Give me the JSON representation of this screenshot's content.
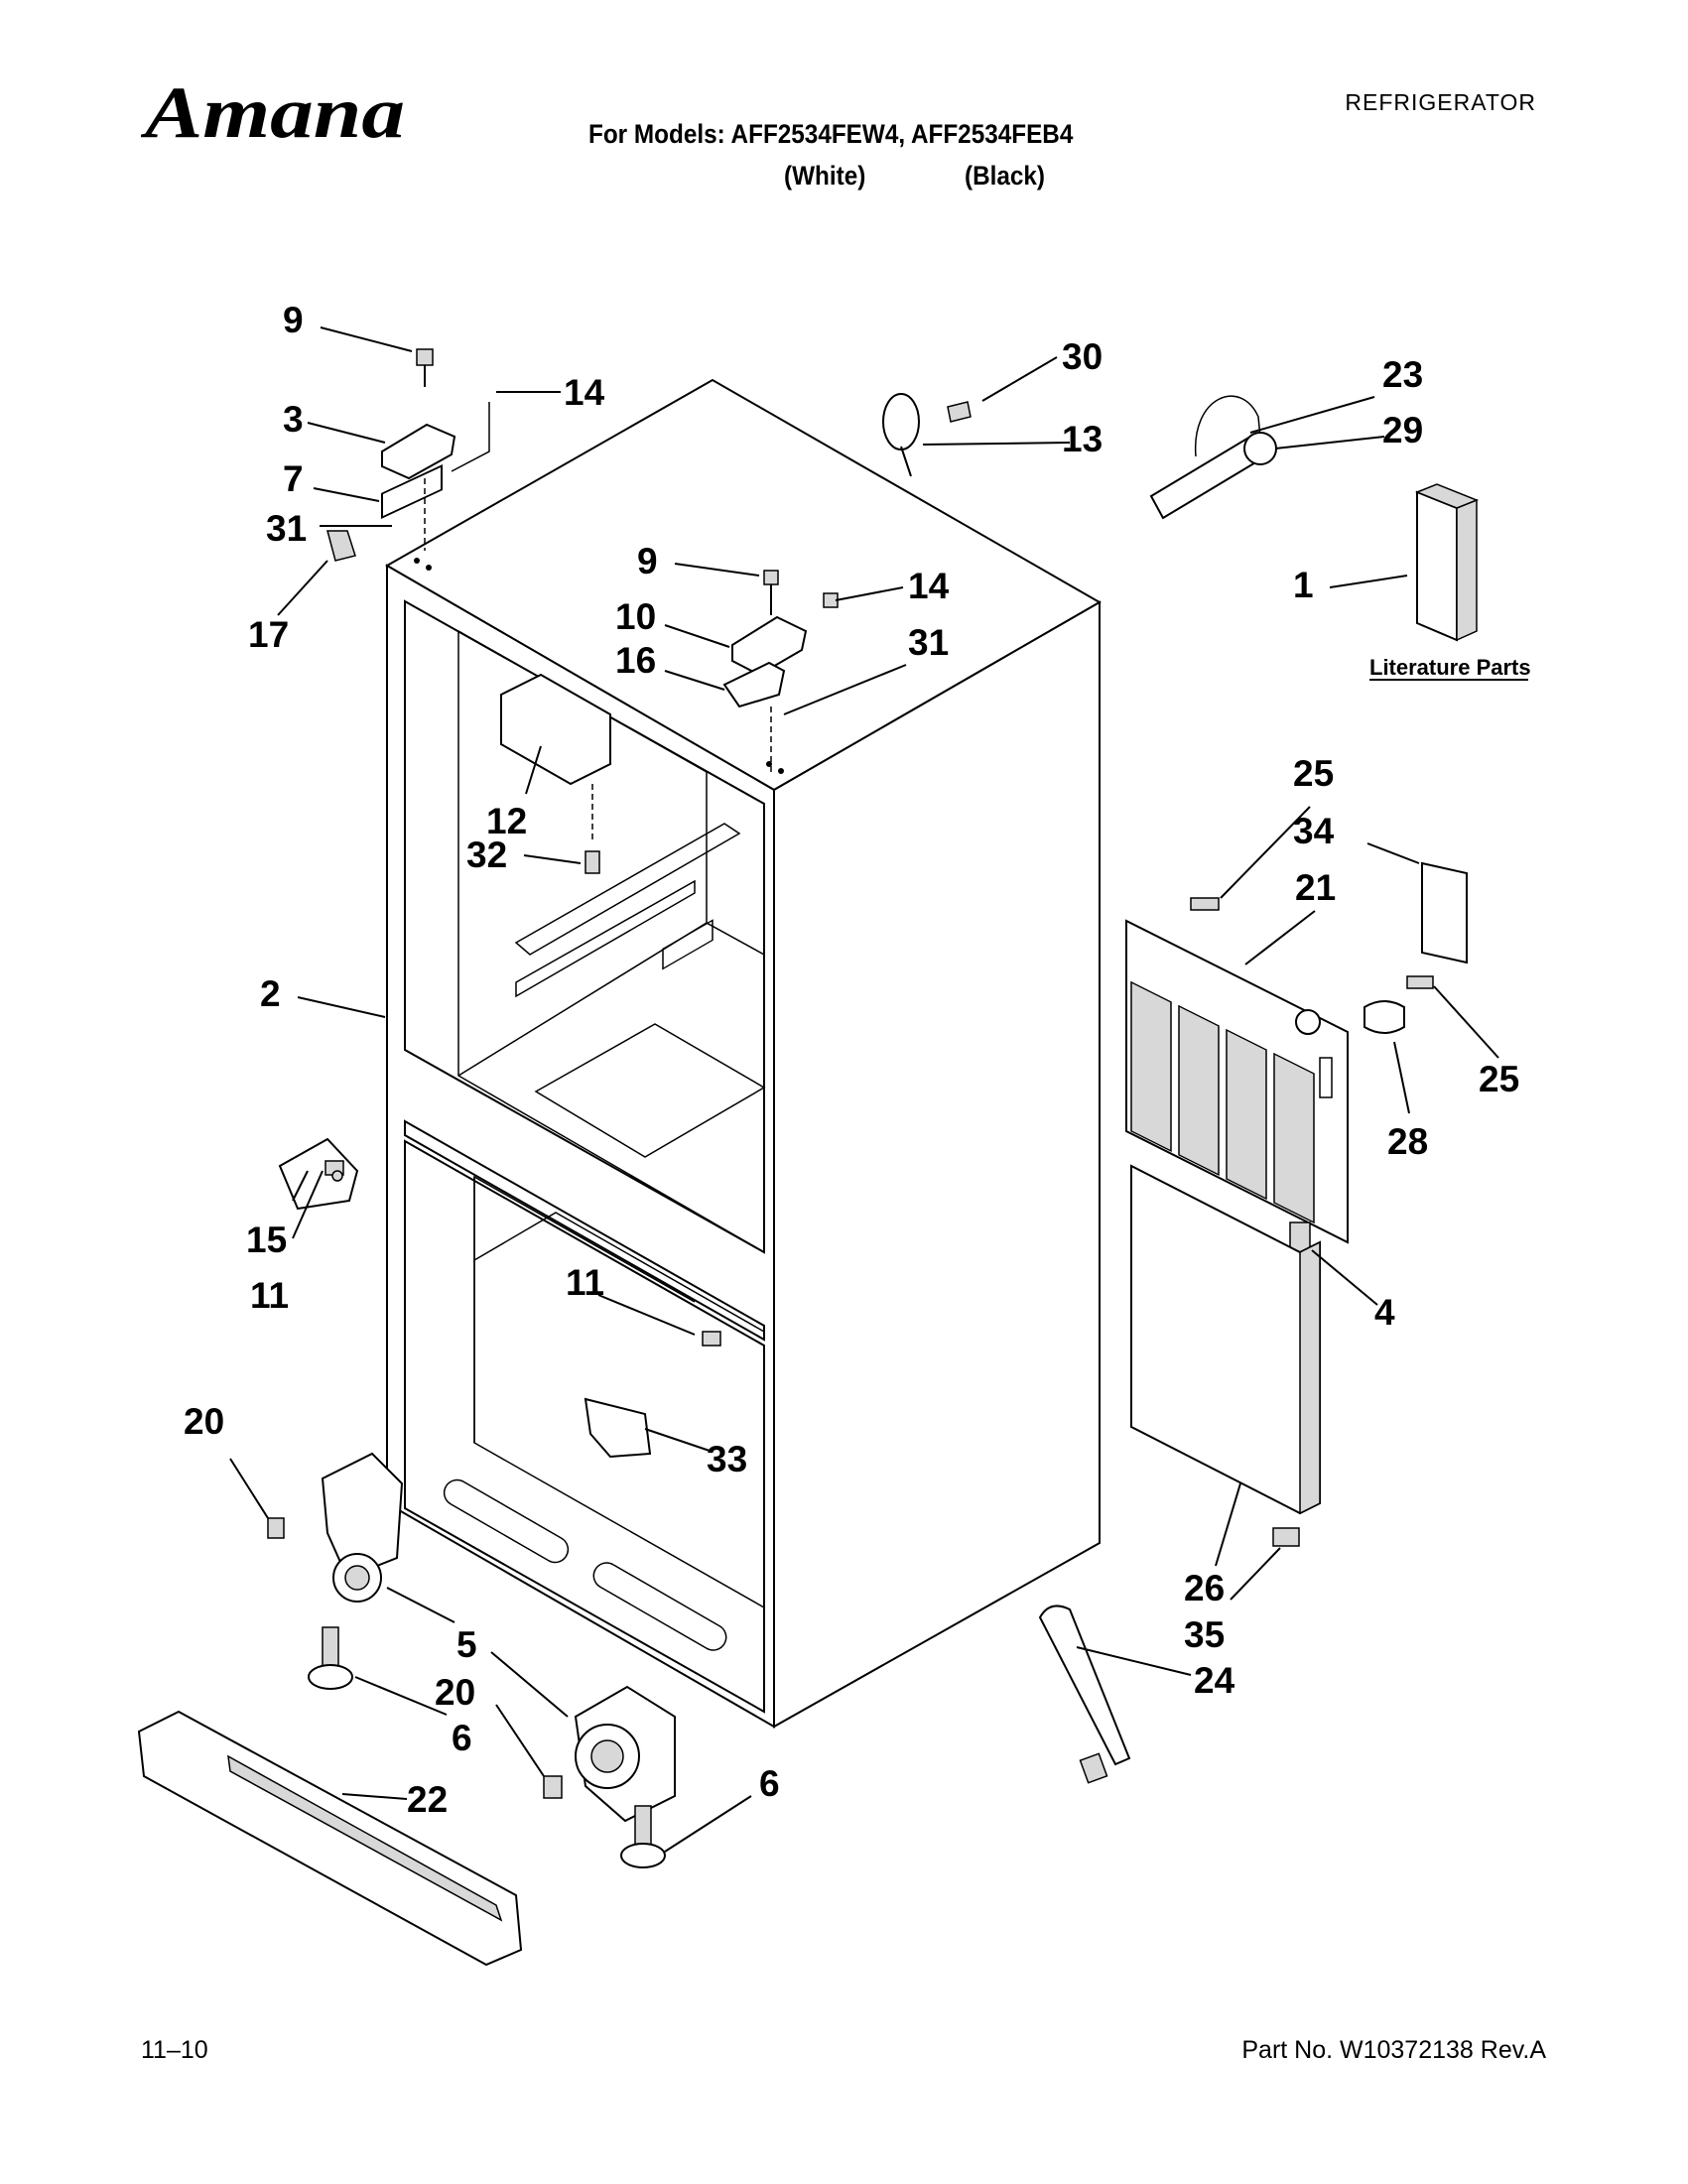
{
  "header": {
    "brand": "Amana",
    "category": "REFRIGERATOR",
    "models_line": "For Models: AFF2534FEW4, AFF2534FEB4",
    "color_white": "(White)",
    "color_black": "(Black)"
  },
  "diagram": {
    "literature_label": "Literature Parts",
    "callouts": {
      "c9a": "9",
      "c14a": "14",
      "c3": "3",
      "c7": "7",
      "c31a": "31",
      "c17": "17",
      "c30": "30",
      "c13": "13",
      "c23": "23",
      "c29": "29",
      "c1": "1",
      "c9b": "9",
      "c14b": "14",
      "c10": "10",
      "c16": "16",
      "c31b": "31",
      "c12": "12",
      "c32": "32",
      "c2": "2",
      "c25a": "25",
      "c34": "34",
      "c21": "21",
      "c25b": "25",
      "c28": "28",
      "c4": "4",
      "c15": "15",
      "c11a": "11",
      "c11b": "11",
      "c33": "33",
      "c20a": "20",
      "c5": "5",
      "c20b": "20",
      "c6a": "6",
      "c6b": "6",
      "c22": "22",
      "c26": "26",
      "c35": "35",
      "c24": "24"
    }
  },
  "footer": {
    "date": "11–10",
    "part_number": "Part No. W10372138 Rev.A"
  }
}
